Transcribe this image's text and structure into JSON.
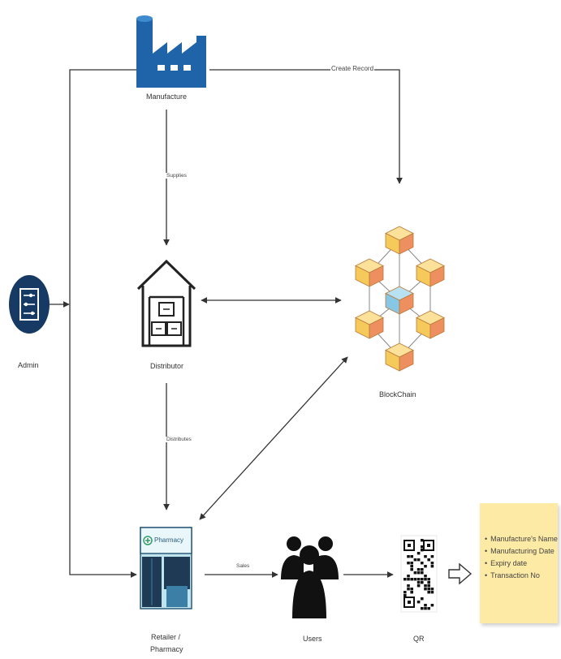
{
  "nodes": {
    "manufacture": "Manufacture",
    "distributor": "Distributor",
    "admin": "Admin",
    "blockchain": "BlockChain",
    "retailer_line1": "Retailer /",
    "retailer_line2": "Pharmacy",
    "users": "Users",
    "qr": "QR",
    "pharmacy_sign": "Pharmacy"
  },
  "edges": {
    "create_record": "Create Record",
    "supplies": "Supplies",
    "distributes": "Distributes",
    "sales": "Sales"
  },
  "qr_info": [
    "Manufacture's Name",
    "Manufacturing Date",
    "Expiry date",
    "Transaction No"
  ],
  "colors": {
    "factory_blue": "#1f63a8",
    "admin_navy": "#163a63",
    "cube_yellow": "#f6c95b",
    "cube_orange": "#ee8f5f",
    "cube_blue": "#86c7e6",
    "note_yellow": "#fdeaa4"
  }
}
